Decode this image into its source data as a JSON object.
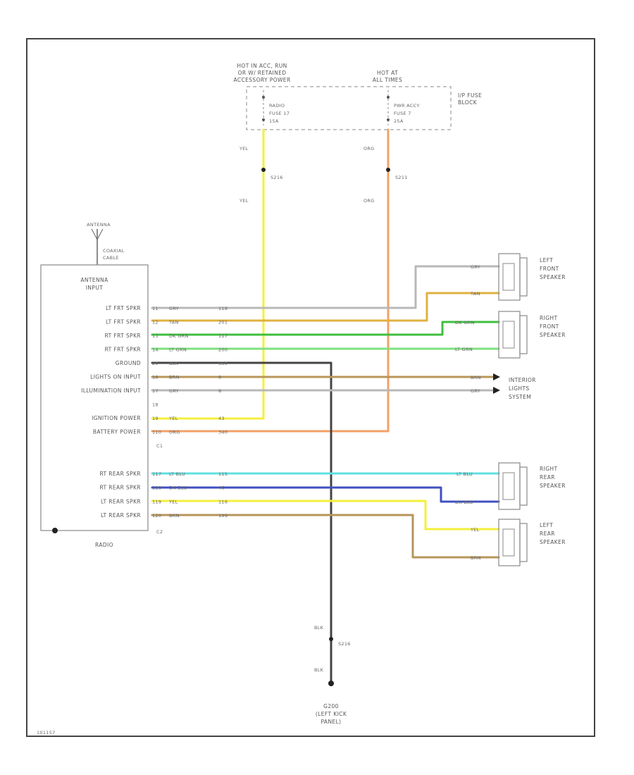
{
  "power": {
    "hot_left": [
      "HOT IN ACC, RUN",
      "OR W/ RETAINED",
      "ACCESSORY POWER"
    ],
    "hot_right": [
      "HOT AT",
      "ALL TIMES"
    ],
    "fuse_left": [
      "RADIO",
      "FUSE 17",
      "15A"
    ],
    "fuse_right": [
      "PWR ACCY",
      "FUSE 7",
      "25A"
    ],
    "fuse_block": [
      "I/P FUSE",
      "BLOCK"
    ],
    "wire_yel_1": "YEL",
    "wire_yel_2": "YEL",
    "wire_org_1": "ORG",
    "wire_org_2": "ORG",
    "splice_left": "S216",
    "splice_right": "S211"
  },
  "antenna": {
    "label": "ANTENNA",
    "cable": [
      "COAXIAL",
      "CABLE"
    ]
  },
  "radio": {
    "name": "RADIO",
    "antenna_input": [
      "ANTENNA",
      "INPUT"
    ],
    "pins_upper": [
      {
        "label": "LT FRT SPKR",
        "pin": "11",
        "color": "GRY",
        "circuit": "118"
      },
      {
        "label": "LT FRT SPKR",
        "pin": "12",
        "color": "TAN",
        "circuit": "201"
      },
      {
        "label": "RT FRT SPKR",
        "pin": "13",
        "color": "DK GRN",
        "circuit": "117"
      },
      {
        "label": "RT FRT SPKR",
        "pin": "14",
        "color": "LT GRN",
        "circuit": "200"
      },
      {
        "label": "GROUND",
        "pin": "20",
        "color": "BLK",
        "circuit": "650"
      },
      {
        "label": "LIGHTS ON INPUT",
        "pin": "16",
        "color": "BRN",
        "circuit": "9"
      },
      {
        "label": "ILLUMINATION INPUT",
        "pin": "17",
        "color": "GRY",
        "circuit": "8"
      },
      {
        "label": "",
        "pin": "18",
        "color": "",
        "circuit": ""
      },
      {
        "label": "IGNITION POWER",
        "pin": "19",
        "color": "YEL",
        "circuit": "43"
      },
      {
        "label": "BATTERY POWER",
        "pin": "110",
        "color": "ORG",
        "circuit": "340"
      }
    ],
    "connector_c1": "C1",
    "pins_lower": [
      {
        "label": "RT REAR SPKR",
        "pin": "117",
        "color": "LT BLU",
        "circuit": "115"
      },
      {
        "label": "RT REAR SPKR",
        "pin": "118",
        "color": "DK BLU",
        "circuit": "46"
      },
      {
        "label": "LT REAR SPKR",
        "pin": "119",
        "color": "YEL",
        "circuit": "116"
      },
      {
        "label": "LT REAR SPKR",
        "pin": "120",
        "color": "BRN",
        "circuit": "199"
      }
    ],
    "connector_c2": "C2"
  },
  "speakers": {
    "left_front": [
      "LEFT",
      "FRONT",
      "SPEAKER"
    ],
    "right_front": [
      "RIGHT",
      "FRONT",
      "SPEAKER"
    ],
    "right_rear": [
      "RIGHT",
      "REAR",
      "SPEAKER"
    ],
    "left_rear": [
      "LEFT",
      "REAR",
      "SPEAKER"
    ]
  },
  "right_wire_labels": {
    "gry": "GRY",
    "tan": "TAN",
    "dk_grn": "DK GRN",
    "lt_grn": "LT GRN",
    "brn": "BRN",
    "gry2": "GRY",
    "lt_blu": "LT BLU",
    "dk_blu": "DK BLU",
    "yel": "YEL",
    "brn2": "BRN"
  },
  "interior_lights": [
    "INTERIOR",
    "LIGHTS",
    "SYSTEM"
  ],
  "ground": {
    "wire_1": "BLK",
    "splice": "S216",
    "wire_2": "BLK",
    "location": [
      "G200",
      "(LEFT KICK",
      "PANEL)"
    ]
  },
  "footer_code": "101157",
  "colors": {
    "YEL": "#f5ef3c",
    "ORG": "#f4a066",
    "GRY": "#b8b8b8",
    "TAN": "#e0b040",
    "DK_GRN": "#3fbf3f",
    "LT_GRN": "#7fe07f",
    "BLK": "#444444",
    "BRN": "#b8955a",
    "LT_BLU": "#5fe0e0",
    "DK_BLU": "#4050c0"
  }
}
